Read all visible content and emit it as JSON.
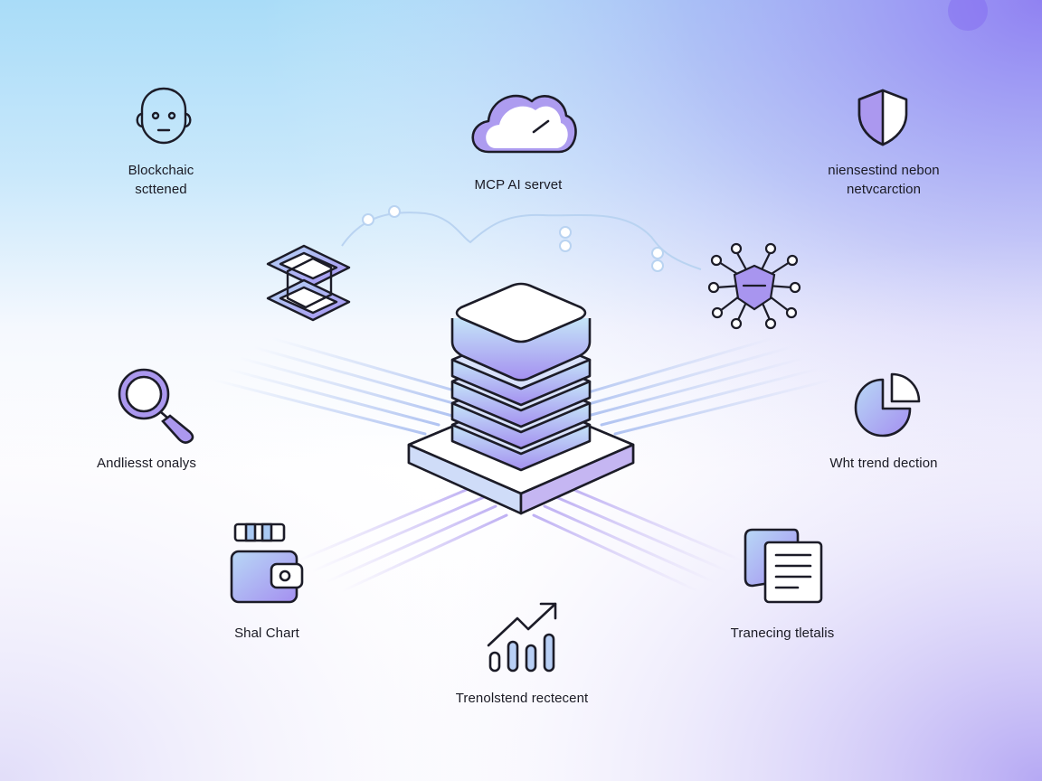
{
  "palette": {
    "stroke": "#1c1c28",
    "lavender": "#a996ec",
    "lavender_light": "#cfc4f6",
    "sky": "#a9daf6",
    "connector": "#b6cbf0"
  },
  "center": {
    "icon": "server-stack-icon"
  },
  "nodes": [
    {
      "id": "top-left",
      "icon": "face-icon",
      "lines": [
        "Blockchaic",
        "scttened"
      ]
    },
    {
      "id": "top-center",
      "icon": "cloud-icon",
      "lines": [
        "MCP AI servet"
      ]
    },
    {
      "id": "top-right",
      "icon": "shield-icon",
      "lines": [
        "niensestind nebon",
        "netvcarction"
      ]
    },
    {
      "id": "mid-left",
      "icon": "magnifier-icon",
      "lines": [
        "Andliesst onalys"
      ]
    },
    {
      "id": "mid-right",
      "icon": "pie-chart-icon",
      "lines": [
        "Wht trend dection"
      ]
    },
    {
      "id": "bottom-left",
      "icon": "wallet-icon",
      "lines": [
        "Shal Chart"
      ]
    },
    {
      "id": "bottom-center",
      "icon": "bar-trend-icon",
      "lines": [
        "Trenolstend rectecent"
      ]
    },
    {
      "id": "bottom-right",
      "icon": "documents-icon",
      "lines": [
        "Tranecing tletalis"
      ]
    }
  ],
  "extra_icons": [
    "chain-link-icon",
    "network-hub-icon"
  ]
}
